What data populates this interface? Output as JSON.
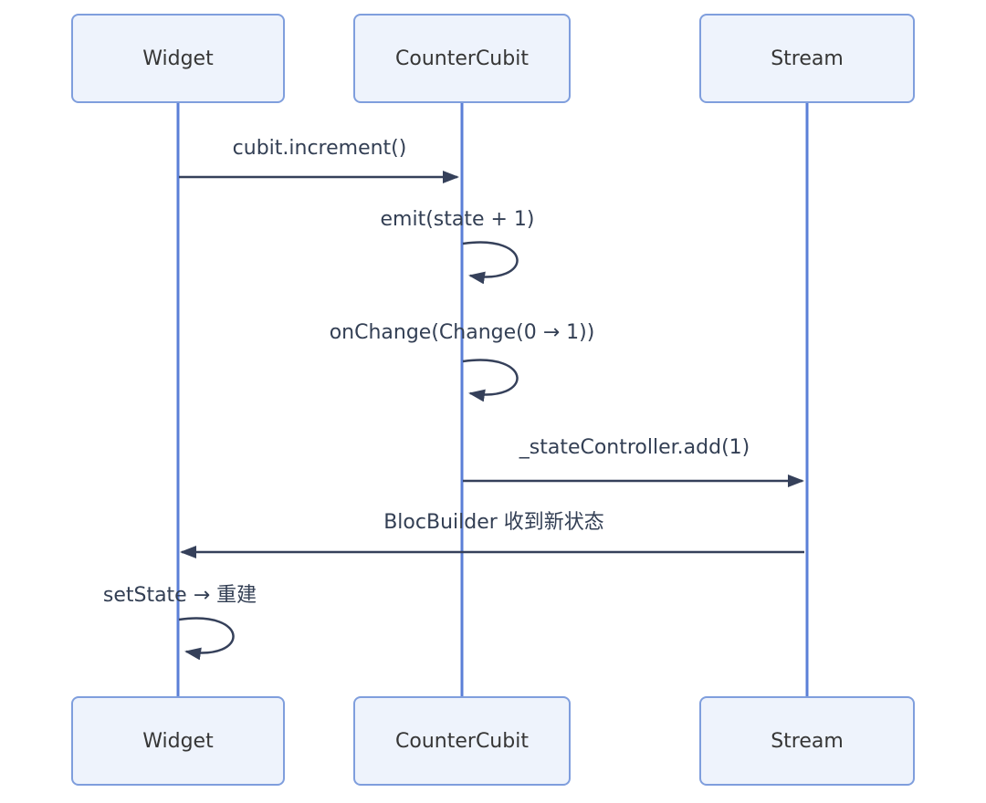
{
  "diagram": {
    "type": "sequence",
    "actors": [
      {
        "id": "widget",
        "label": "Widget"
      },
      {
        "id": "countercubit",
        "label": "CounterCubit"
      },
      {
        "id": "stream",
        "label": "Stream"
      }
    ],
    "messages": [
      {
        "from": "Widget",
        "to": "CounterCubit",
        "kind": "solid_arrow",
        "label": "cubit.increment()"
      },
      {
        "from": "CounterCubit",
        "to": "CounterCubit",
        "kind": "self_loop",
        "label": "emit(state + 1)"
      },
      {
        "from": "CounterCubit",
        "to": "CounterCubit",
        "kind": "self_loop",
        "label": "onChange(Change(0 → 1))"
      },
      {
        "from": "CounterCubit",
        "to": "Stream",
        "kind": "solid_arrow",
        "label": "_stateController.add(1)"
      },
      {
        "from": "Stream",
        "to": "Widget",
        "kind": "solid_arrow",
        "label": "BlocBuilder 收到新状态"
      },
      {
        "from": "Widget",
        "to": "Widget",
        "kind": "self_loop",
        "label": "setState → 重建"
      }
    ],
    "colors": {
      "background": "#ffffff",
      "actor_fill": "#eef3fc",
      "actor_border": "#7f9edd",
      "actor_text": "#363636",
      "lifeline": "#5b7fd7",
      "signal": "#35405a",
      "message_text": "#333f54"
    }
  }
}
